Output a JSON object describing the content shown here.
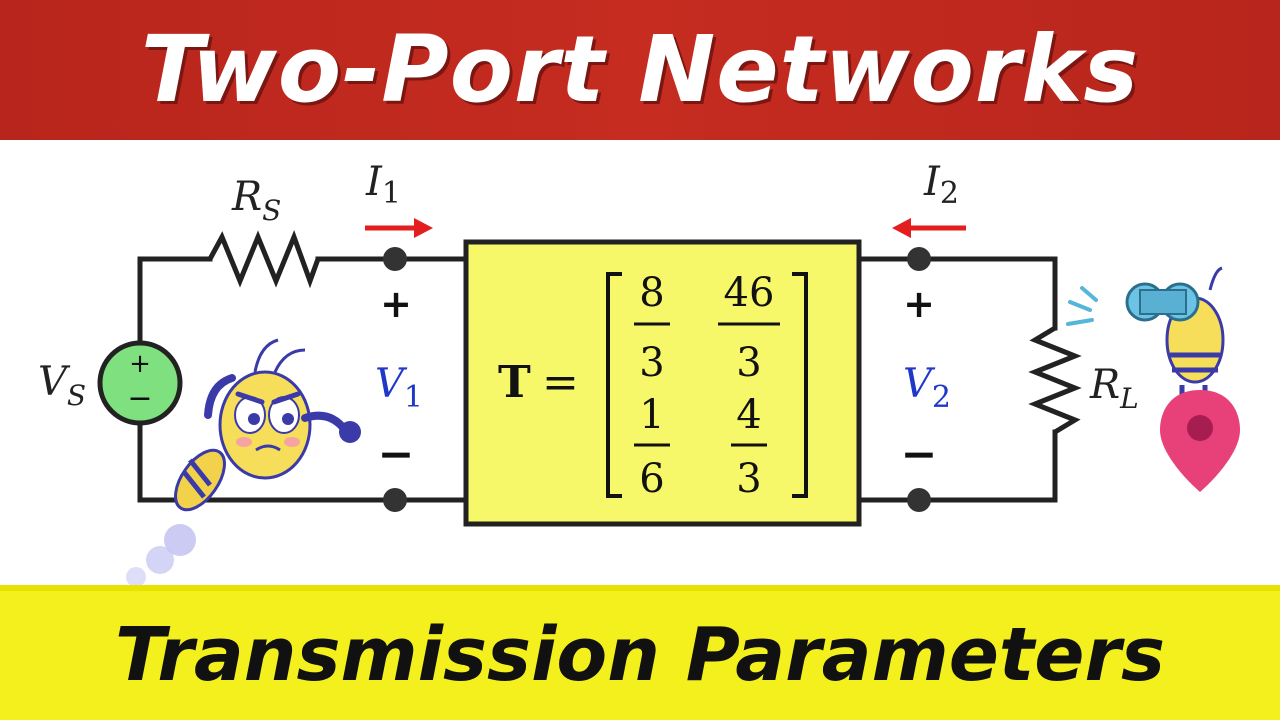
{
  "header": {
    "title": "Two-Port Networks"
  },
  "footer": {
    "subtitle": "Transmission Parameters"
  },
  "circuit": {
    "source_label": "V",
    "source_subscript": "S",
    "source_plus": "+",
    "source_minus": "−",
    "series_resistor_label": "R",
    "series_resistor_subscript": "S",
    "load_resistor_label": "R",
    "load_resistor_subscript": "L",
    "port1": {
      "current_label": "I",
      "current_subscript": "1",
      "voltage_label": "V",
      "voltage_subscript": "1",
      "plus": "+",
      "minus": "−"
    },
    "port2": {
      "current_label": "I",
      "current_subscript": "2",
      "voltage_label": "V",
      "voltage_subscript": "2",
      "plus": "+",
      "minus": "−"
    },
    "matrix": {
      "symbol": "T",
      "equals": "=",
      "a11_num": "8",
      "a11_den": "3",
      "a12_num": "46",
      "a12_den": "3",
      "a21_num": "1",
      "a21_den": "6",
      "a22_num": "4",
      "a22_den": "3"
    },
    "colors": {
      "box_fill": "#f7f76a",
      "wire": "#222222",
      "arrow": "#e21e1e",
      "voltage_label": "#2038c8",
      "source_fill": "#7fe07f",
      "pin_fill": "#e8417a"
    }
  }
}
